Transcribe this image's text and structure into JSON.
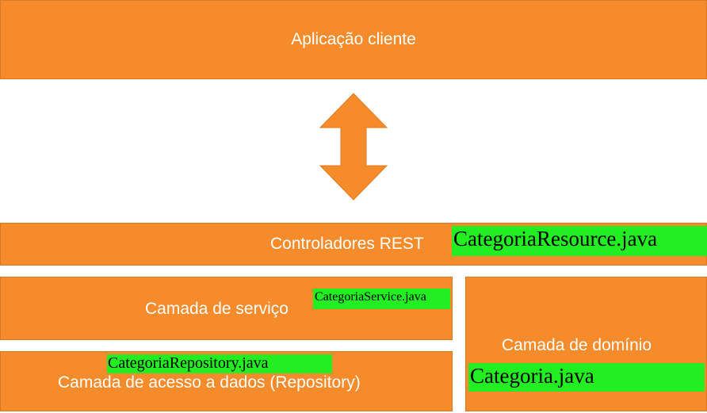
{
  "colors": {
    "box": "#f68b2b",
    "tag_bg": "#22ee22",
    "box_text": "#ffffff",
    "tag_text": "#000000"
  },
  "client": {
    "label": "Aplicação cliente"
  },
  "arrow": {
    "icon": "double-vertical-arrow-icon"
  },
  "controllers": {
    "label": "Controladores REST",
    "file": "CategoriaResource.java"
  },
  "service": {
    "label": "Camada de serviço",
    "file": "CategoriaService.java"
  },
  "repository": {
    "label": "Camada de acesso a dados (Repository)",
    "file": "CategoriaRepository.java"
  },
  "domain": {
    "label": "Camada de domínio",
    "file": "Categoria.java"
  }
}
